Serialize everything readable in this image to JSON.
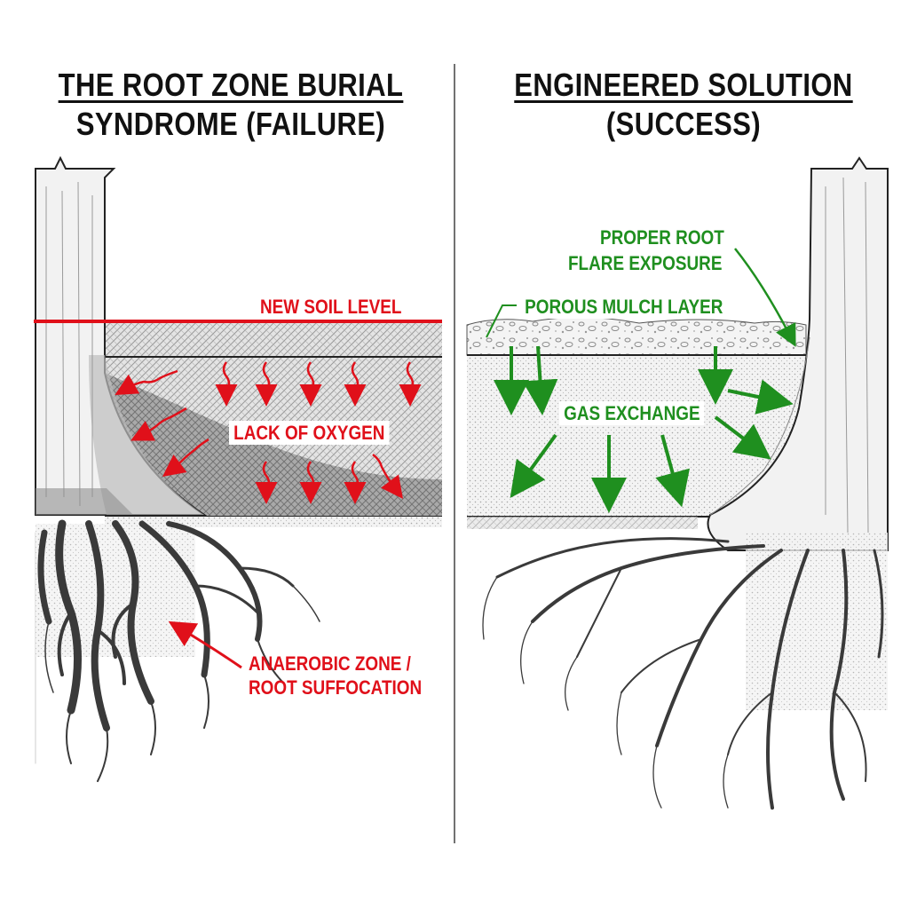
{
  "colors": {
    "failure_red": "#e0101a",
    "success_green": "#1f8f1f",
    "ink": "#111111"
  },
  "left_panel": {
    "title_line1": "THE ROOT ZONE BURIAL",
    "title_line2": "SYNDROME (FAILURE)",
    "new_soil_level": "NEW SOIL LEVEL",
    "lack_of_oxygen": "LACK OF OXYGEN",
    "anaerobic_line1": "ANAEROBIC ZONE /",
    "anaerobic_line2": "ROOT SUFFOCATION"
  },
  "right_panel": {
    "title_line1": "ENGINEERED SOLUTION",
    "title_line2": "(SUCCESS)",
    "proper_root_line1": "PROPER ROOT",
    "proper_root_line2": "FLARE EXPOSURE",
    "porous_mulch": "POROUS MULCH LAYER",
    "gas_exchange": "GAS EXCHANGE"
  }
}
